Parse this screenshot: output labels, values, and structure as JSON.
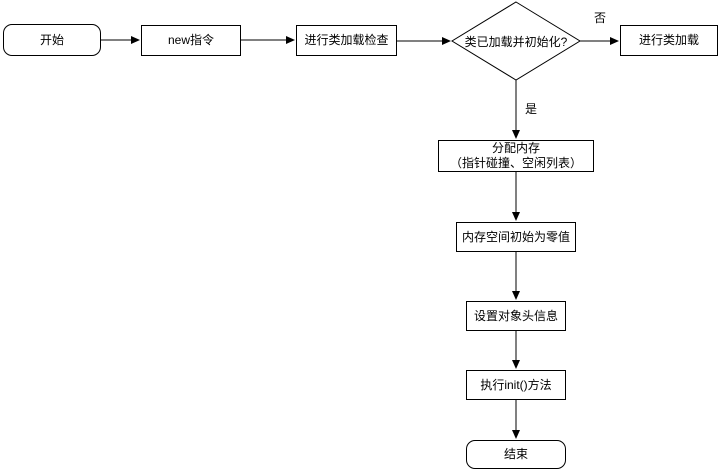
{
  "diagram": {
    "nodes": {
      "start": {
        "label": "开始",
        "shape": "terminator"
      },
      "new_instruction": {
        "label": "new指令",
        "shape": "process"
      },
      "class_load_check": {
        "label": "进行类加载检查",
        "shape": "process"
      },
      "decision": {
        "label": "类已加载并初始化?",
        "shape": "decision"
      },
      "class_load": {
        "label": "进行类加载",
        "shape": "process"
      },
      "allocate_memory": {
        "line1": "分配内存",
        "line2": "（指针碰撞、空闲列表）",
        "shape": "process"
      },
      "zero_init": {
        "label": "内存空间初始为零值",
        "shape": "process"
      },
      "object_header": {
        "label": "设置对象头信息",
        "shape": "process"
      },
      "init_method": {
        "label": "执行init()方法",
        "shape": "process"
      },
      "end": {
        "label": "结束",
        "shape": "terminator"
      }
    },
    "edge_labels": {
      "no": "否",
      "yes": "是"
    },
    "colors": {
      "stroke": "#000000",
      "fill": "#ffffff",
      "text": "#000000",
      "background": "#ffffff"
    }
  }
}
